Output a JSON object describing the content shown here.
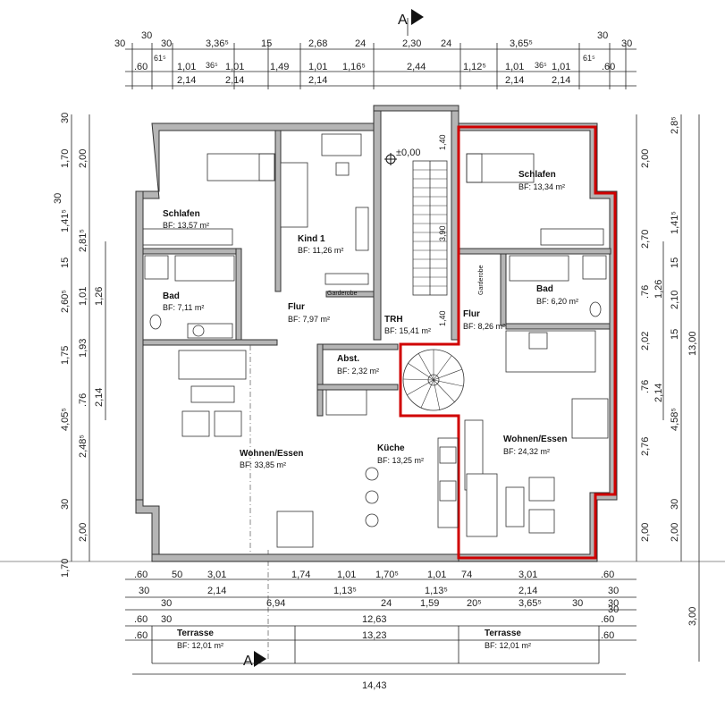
{
  "section_marks": {
    "top": "A",
    "bottom": "A"
  },
  "top_dims": {
    "row1": [
      "30",
      "30",
      "30",
      "3,36⁵",
      "15",
      "2,68",
      "24",
      "2,30",
      "24",
      "3,65⁵",
      "30",
      "30"
    ],
    "row1_61": [
      "61⁵",
      "61⁵"
    ],
    "row2": [
      ".60",
      "1,01",
      "36⁵",
      "1,01",
      "1,49",
      "1,01",
      "1,16⁵",
      "2,44",
      "1,12⁵",
      "1,01",
      "36⁵",
      "1,01",
      ".60"
    ],
    "row3": [
      "2,14",
      "2,14",
      "2,14",
      "2,14",
      "2,14"
    ]
  },
  "bottom_dims": {
    "row1": [
      ".60",
      "50",
      "3,01",
      "1,74",
      "1,01",
      "1,70⁵",
      "1,01",
      "74",
      "3,01",
      ".60"
    ],
    "row2": [
      "30",
      "2,14",
      "1,13⁵",
      "1,13⁵",
      "2,14",
      "30"
    ],
    "row3": [
      "30",
      "6,94",
      "24",
      "1,59",
      "20⁵",
      "3,65⁵",
      "30",
      "30"
    ],
    "row4": [
      ".60",
      "30",
      "12,63",
      ".60",
      "30"
    ],
    "row5": [
      ".60",
      "13,23",
      ".60"
    ],
    "total": "14,43"
  },
  "left_dims": {
    "outer": [
      "30",
      "1,70",
      "30",
      "1,41⁵",
      "15",
      "2,60⁵",
      "1,75",
      "4,05⁵",
      "30",
      "1,70"
    ],
    "inner": [
      "2,00",
      "2,81⁵",
      "1,01",
      "1,93",
      ".76",
      "2,48⁵",
      "2,00"
    ],
    "inner2": [
      "1,26",
      "2,14"
    ]
  },
  "right_dims": {
    "inner": [
      "2,00",
      "2,70",
      ".76",
      "2,02",
      ".76",
      "2,76",
      "2,00"
    ],
    "inner2": [
      "1,26",
      "2,10",
      "15",
      "2,14"
    ],
    "outer": [
      "2,8⁵",
      "1,41⁵",
      "15",
      "4,58⁵",
      "2,00",
      "30"
    ],
    "total": "13,00",
    "bottom": "3,00"
  },
  "rooms": [
    {
      "name": "Schlafen",
      "area": "BF:  13,57 m²"
    },
    {
      "name": "Kind 1",
      "area": "BF:  11,26 m²"
    },
    {
      "name": "Bad",
      "area": "BF:  7,11 m²"
    },
    {
      "name": "Flur",
      "area": "BF:  7,97 m²"
    },
    {
      "name": "TRH",
      "area": "BF:  15,41 m²"
    },
    {
      "name": "Abst.",
      "area": "BF:  2,32 m²"
    },
    {
      "name": "Wohnen/Essen",
      "area": "BF:  33,85 m²"
    },
    {
      "name": "Küche",
      "area": "BF:  13,25 m²"
    },
    {
      "name": "Schlafen",
      "area": "BF:  13,34 m²"
    },
    {
      "name": "Bad",
      "area": "BF:  6,20 m²"
    },
    {
      "name": "Flur",
      "area": "BF:  8,26 m²"
    },
    {
      "name": "Wohnen/Essen",
      "area": "BF:  24,32 m²"
    },
    {
      "name": "Terrasse",
      "area": "BF:  12,01 m²"
    },
    {
      "name": "Terrasse",
      "area": "BF:  12,01 m²"
    }
  ],
  "small_labels": {
    "garderobe_left": "Garderobe",
    "garderobe_right": "Garderobe",
    "level": "±0,00",
    "stair_top": "1,40",
    "stair_mid": "3,90",
    "stair_bot": "1,40"
  }
}
